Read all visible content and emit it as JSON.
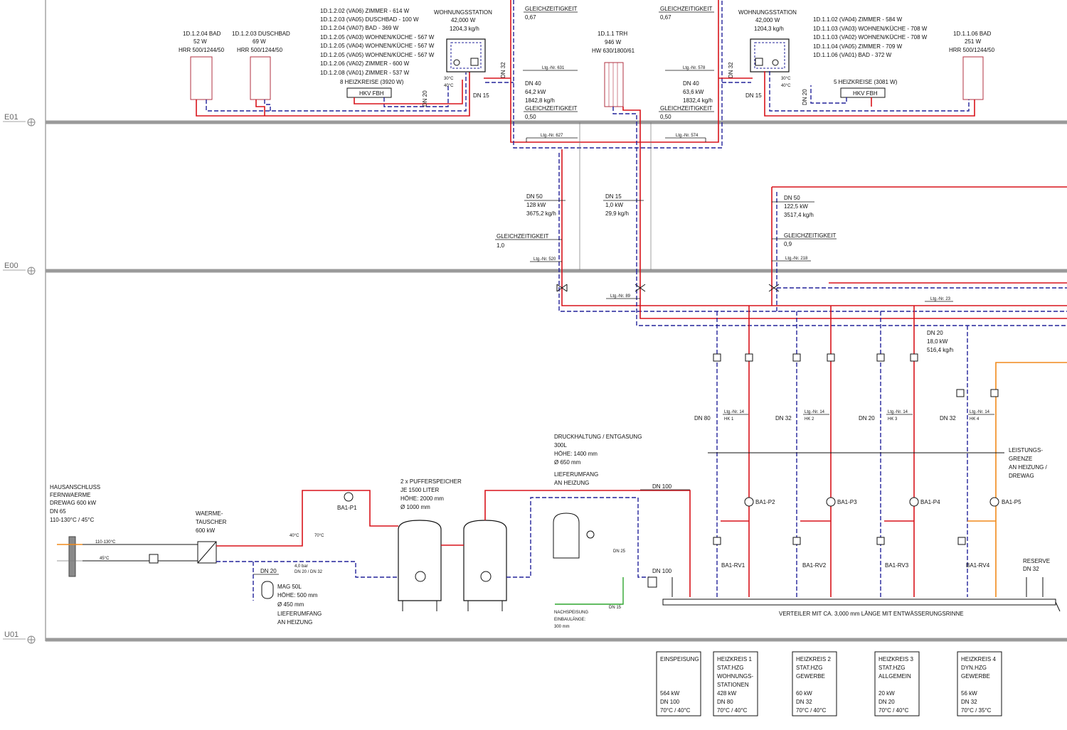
{
  "levels": {
    "e01": "E01",
    "e00": "E00",
    "u01": "U01"
  },
  "e01": {
    "bad_1d1204": [
      "1D.1.2.04 BAD",
      "52 W",
      "HRR 500/1244/50"
    ],
    "duschbad_1d1203": [
      "1D.1.2.03 DUSCHBAD",
      "69 W",
      "HRR 500/1244/50"
    ],
    "rooms_left": [
      "1D.1.2.02 (VA06) ZIMMER - 614 W",
      "1D.1.2.03 (VA05) DUSCHBAD - 100 W",
      "1D.1.2.04 (VA07) BAD - 369 W",
      "1D.1.2.05 (VA03) WOHNEN/KÜCHE - 567 W",
      "1D.1.2.05 (VA04) WOHNEN/KÜCHE - 567 W",
      "1D.1.2.05 (VA05) WOHNEN/KÜCHE - 567 W",
      "1D.1.2.06 (VA02) ZIMMER - 600 W",
      "1D.1.2.08 (VA01) ZIMMER - 537 W"
    ],
    "station_left": [
      "WOHNUNGSSTATION",
      "42,000 W",
      "1204,3 kg/h"
    ],
    "heizkreise_left": "8 HEIZKREISE (3920 W)",
    "hkv_left": "HKV FBH",
    "temp_30": "30°C",
    "temp_40": "40°C",
    "dn20": "DN 20",
    "dn15": "DN 15",
    "dn32": "DN 32",
    "gz_067": "0,67",
    "gz_050": "0,50",
    "gleichzeitigkeit": "GLEICHZEITIGKEIT",
    "ltg_631": "Ltg.-Nr. 631",
    "ltg_627": "Ltg.-Nr. 627",
    "ltg_578": "Ltg.-Nr. 578",
    "ltg_574": "Ltg.-Nr. 574",
    "riser_left": [
      "DN 40",
      "64,2 kW",
      "1842,8 kg/h"
    ],
    "trh": [
      "1D.1.1 TRH",
      "946 W",
      "HW 630/1800/61"
    ],
    "riser_right": [
      "DN 40",
      "63,6 kW",
      "1832,4 kg/h"
    ],
    "station_right": [
      "WOHNUNGSSTATION",
      "42,000 W",
      "1204,3 kg/h"
    ],
    "rooms_right": [
      "1D.1.1.02 (VA04) ZIMMER - 584 W",
      "1D.1.1.03 (VA03) WOHNEN/KÜCHE - 708 W",
      "1D.1.1.03 (VA02) WOHNEN/KÜCHE - 708 W",
      "1D.1.1.04 (VA05) ZIMMER - 709 W",
      "1D.1.1.06 (VA01) BAD - 372 W"
    ],
    "heizkreise_right": "5 HEIZKREISE (3081 W)",
    "hkv_right": "HKV FBH",
    "bad_1d1106": [
      "1D.1.1.06 BAD",
      "251 W",
      "HRR 500/1244/50"
    ]
  },
  "e00": {
    "dn50_left": [
      "DN 50",
      "128 kW",
      "3675,2 kg/h"
    ],
    "dn15_mid": [
      "DN 15",
      "1,0 kW",
      "29,9 kg/h"
    ],
    "dn50_right": [
      "DN 50",
      "122,5 kW",
      "3517,4 kg/h"
    ],
    "gleichzeitigkeit": "GLEICHZEITIGKEIT",
    "gz_10": "1,0",
    "gz_09": "0,9",
    "ltg_520": "Ltg.-Nr. 520",
    "ltg_218": "Ltg.-Nr. 218",
    "ltg_89": "Ltg.-Nr. 89",
    "ltg_23": "Ltg.-Nr. 23",
    "dn20_branch": [
      "DN 20",
      "18,0 kW",
      "516,4 kg/h"
    ]
  },
  "u01": {
    "hausanschluss": [
      "HAUSANSCHLUSS",
      "FERNWAERME",
      "DREWAG 600 kW",
      "DN 65",
      "110-130°C / 45°C"
    ],
    "waermetauscher": [
      "WAERME-",
      "TAUSCHER",
      "600 kW"
    ],
    "temp_110": "110-130°C",
    "temp_45": "45°C",
    "t40": "40°C",
    "t70": "70°C",
    "bar": "4,0 bar",
    "dn20dn32": "DN 20 / DN 32",
    "dn20": "DN 20",
    "mag": [
      "MAG 50L",
      "HÖHE: 500 mm",
      "Ø 450 mm",
      "LIEFERUMFANG",
      "AN HEIZUNG"
    ],
    "ba1p1": "BA1-P1",
    "puffer": [
      "2 x PUFFERSPEICHER",
      "JE 1500 LITER",
      "HÖHE: 2000 mm",
      "Ø 1000 mm"
    ],
    "druck": [
      "DRUCKHALTUNG / ENTGASUNG",
      "300L",
      "HÖHE: 1400 mm",
      "Ø 650 mm",
      "LIEFERUMFANG",
      "AN HEIZUNG"
    ],
    "dn100": "DN 100",
    "dn25": "DN 25",
    "dn15": "DN 15",
    "nachspeisung": [
      "NACHSPEISUNG",
      "EINBAULÄNGE:",
      "300 mm"
    ],
    "hk": [
      {
        "dn": "DN 80",
        "ltg": "Ltg.-Nr. 14",
        "hk": "HK 1",
        "pump": "BA1-P2",
        "rv": "BA1-RV1"
      },
      {
        "dn": "DN 32",
        "ltg": "Ltg.-Nr. 14",
        "hk": "HK 2",
        "pump": "BA1-P3",
        "rv": "BA1-RV2"
      },
      {
        "dn": "DN 20",
        "ltg": "Ltg.-Nr. 14",
        "hk": "HK 3",
        "pump": "BA1-P4",
        "rv": "BA1-RV3"
      },
      {
        "dn": "DN 32",
        "ltg": "Ltg.-Nr. 14",
        "hk": "HK 4",
        "pump": "BA1-P5",
        "rv": "BA1-RV4"
      }
    ],
    "leistungsgrenze": [
      "LEISTUNGS-",
      "GRENZE",
      "AN HEIZUNG /",
      "DREWAG"
    ],
    "reserve": [
      "RESERVE",
      "DN 32"
    ],
    "verteiler": "VERTEILER MIT CA. 3,000 mm LÄNGE MIT ENTWÄSSERUNGSRINNE"
  },
  "legend_boxes": [
    [
      "EINSPEISUNG",
      "",
      "",
      "",
      "564 kW",
      "DN 100",
      "70°C / 40°C"
    ],
    [
      "HEIZKREIS 1",
      "STAT.HZG",
      "WOHNUNGS-",
      "STATIONEN",
      "428 kW",
      "DN 80",
      "70°C / 40°C"
    ],
    [
      "HEIZKREIS 2",
      "STAT.HZG",
      "GEWERBE",
      "",
      "60 kW",
      "DN 32",
      "70°C / 40°C"
    ],
    [
      "HEIZKREIS 3",
      "STAT.HZG",
      "ALLGEMEIN",
      "",
      "20 kW",
      "DN 20",
      "70°C / 40°C"
    ],
    [
      "HEIZKREIS 4",
      "DYN.HZG",
      "GEWERBE",
      "",
      "56 kW",
      "DN 32",
      "70°C / 35°C"
    ]
  ]
}
